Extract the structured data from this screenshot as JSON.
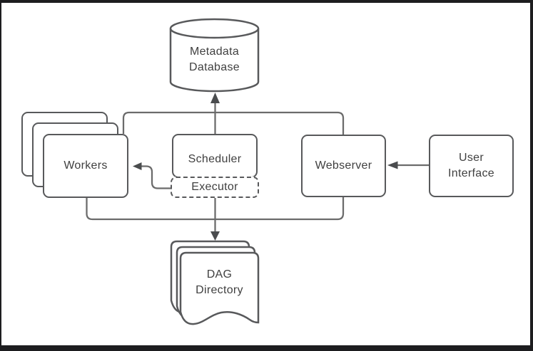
{
  "colors": {
    "frame": "#1d1d1f",
    "canvas_bg": "#ffffff",
    "shape_stroke": "#58595b",
    "connector": "#6b6b6b",
    "arrowhead": "#4a4c4e",
    "text": "#404040"
  },
  "nodes": {
    "metadata_database": {
      "label": "Metadata Database",
      "shape": "cylinder"
    },
    "workers": {
      "label": "Workers",
      "shape": "stacked-rectangles"
    },
    "scheduler": {
      "label": "Scheduler",
      "shape": "rectangle"
    },
    "executor": {
      "label": "Executor",
      "shape": "dashed-rectangle"
    },
    "webserver": {
      "label": "Webserver",
      "shape": "rectangle"
    },
    "user_interface": {
      "label": "User Interface",
      "shape": "rectangle"
    },
    "dag_directory": {
      "label": "DAG Directory",
      "shape": "stacked-documents"
    }
  },
  "edges": [
    {
      "from": "scheduler",
      "to": "metadata_database",
      "arrow": true
    },
    {
      "from": "workers",
      "to": "metadata_database",
      "arrow": false,
      "joins": "shared bus to metadata database arrow"
    },
    {
      "from": "webserver",
      "to": "metadata_database",
      "arrow": false,
      "joins": "shared bus to metadata database arrow"
    },
    {
      "from": "executor",
      "to": "workers",
      "arrow": true
    },
    {
      "from": "executor",
      "to": "dag_directory",
      "arrow": true
    },
    {
      "from": "workers",
      "to": "dag_directory",
      "arrow": false,
      "joins": "shared bus to dag directory arrow"
    },
    {
      "from": "webserver",
      "to": "dag_directory",
      "arrow": false,
      "joins": "shared bus to dag directory arrow"
    },
    {
      "from": "user_interface",
      "to": "webserver",
      "arrow": true
    }
  ]
}
